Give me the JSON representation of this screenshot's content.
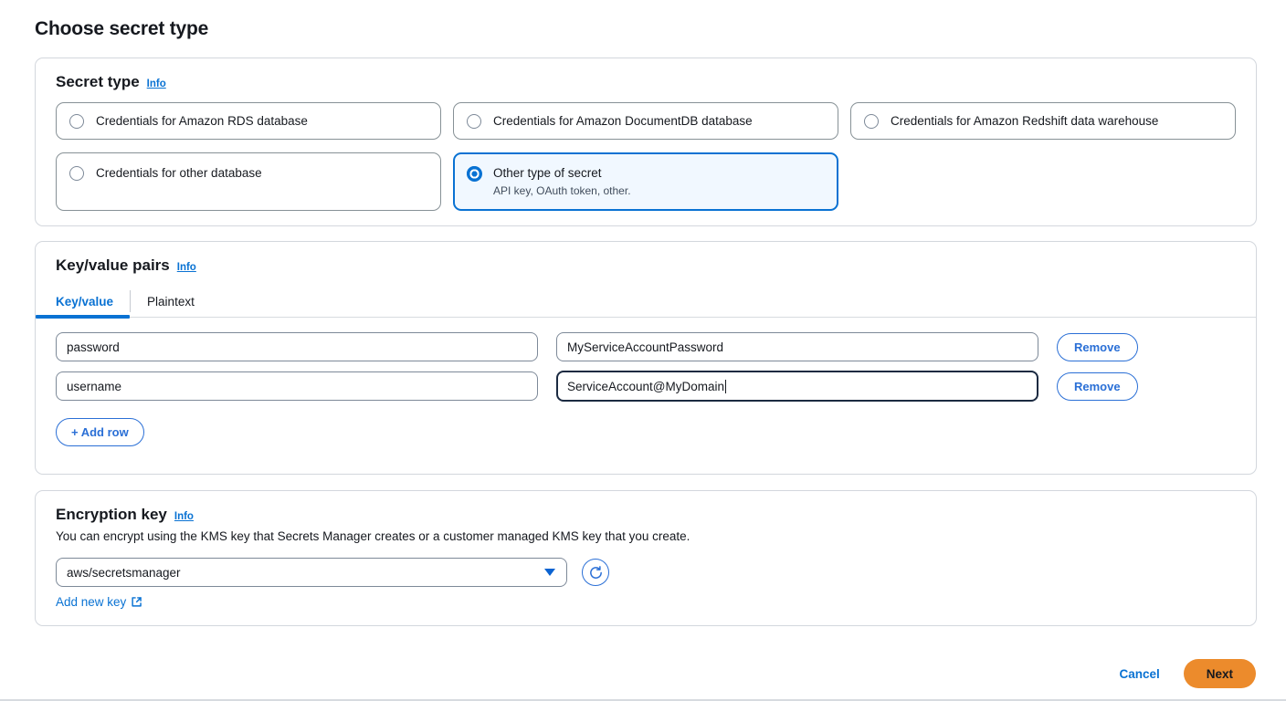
{
  "page": {
    "title": "Choose secret type"
  },
  "secret_type": {
    "heading": "Secret type",
    "info_label": "Info",
    "options": [
      {
        "label": "Credentials for Amazon RDS database",
        "description": "",
        "selected": false
      },
      {
        "label": "Credentials for Amazon DocumentDB database",
        "description": "",
        "selected": false
      },
      {
        "label": "Credentials for Amazon Redshift data warehouse",
        "description": "",
        "selected": false
      },
      {
        "label": "Credentials for other database",
        "description": "",
        "selected": false
      },
      {
        "label": "Other type of secret",
        "description": "API key, OAuth token, other.",
        "selected": true
      }
    ]
  },
  "key_value_pairs": {
    "heading": "Key/value pairs",
    "info_label": "Info",
    "tabs": [
      {
        "label": "Key/value",
        "active": true
      },
      {
        "label": "Plaintext",
        "active": false
      }
    ],
    "rows": [
      {
        "key": "password",
        "value": "MyServiceAccountPassword",
        "remove_label": "Remove",
        "key_focused": false,
        "value_focused": false
      },
      {
        "key": "username",
        "value": "ServiceAccount@MyDomain",
        "remove_label": "Remove",
        "key_focused": false,
        "value_focused": true
      }
    ],
    "add_row_label": "+ Add row"
  },
  "encryption_key": {
    "heading": "Encryption key",
    "info_label": "Info",
    "description": "You can encrypt using the KMS key that Secrets Manager creates or a customer managed KMS key that you create.",
    "selected_key": "aws/secretsmanager",
    "refresh_icon": "refresh-icon",
    "add_new_key_label": "Add new key",
    "external_icon": "external-link-icon"
  },
  "footer": {
    "cancel_label": "Cancel",
    "next_label": "Next"
  },
  "colors": {
    "accent_blue": "#0972d3",
    "link_blue": "#2a6fd6",
    "next_orange": "#ec8b2c",
    "border_gray": "#7d8998",
    "card_border": "#d3d7dd",
    "selected_bg": "#f1f8ff",
    "focus_navy": "#1b2a41"
  }
}
